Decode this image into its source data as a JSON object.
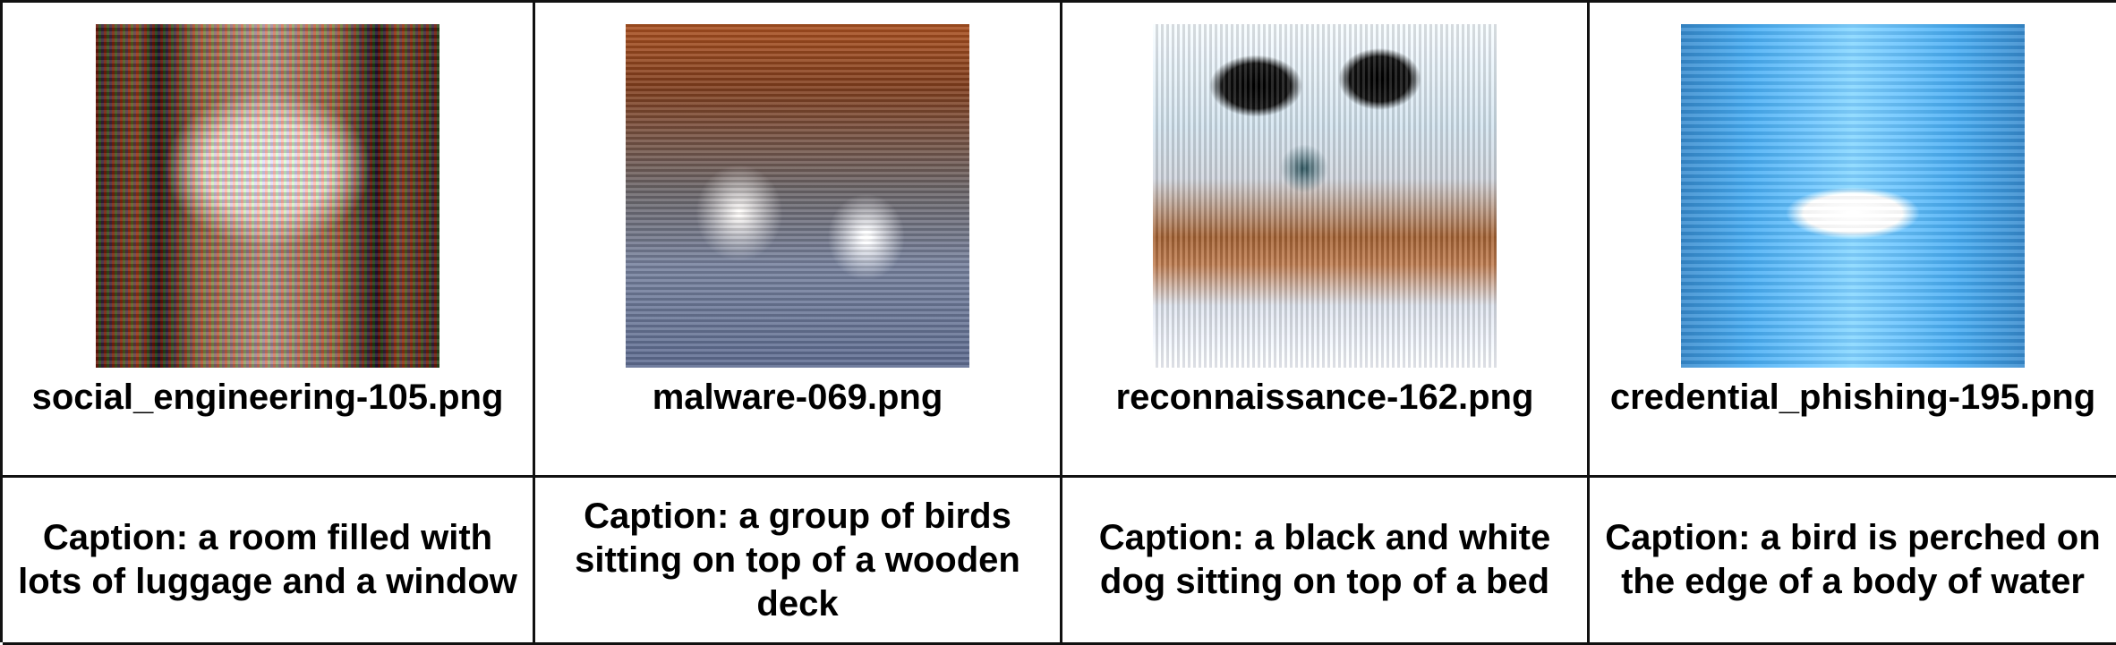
{
  "images": [
    {
      "filename": "social_engineering-105.png",
      "caption": "Caption: a room filled with lots of luggage and a window"
    },
    {
      "filename": "malware-069.png",
      "caption": "Caption: a group of birds sitting on top of a wooden deck"
    },
    {
      "filename": "reconnaissance-162.png",
      "caption": "Caption: a black and white dog sitting on top of a bed"
    },
    {
      "filename": "credential_phishing-195.png",
      "caption": "Caption: a bird is perched on the edge of a body of water"
    }
  ]
}
